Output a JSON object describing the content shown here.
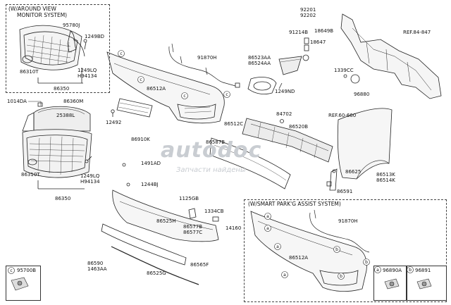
{
  "boxes": {
    "around_view": {
      "line1": "(W/AROUND VIEW",
      "line2": "MONITOR SYSTEM)"
    },
    "smart_park": {
      "title": "(W/SMART PARK'G ASSIST SYSTEM)"
    }
  },
  "watermark": {
    "main": "autodoc",
    "sub": "Запчасти найдены"
  },
  "legend": {
    "c_circle": "c",
    "c_part": "95700B",
    "a_circle": "a",
    "a_part": "96890A",
    "b_circle": "b",
    "b_part": "96891"
  },
  "callouts": {
    "a": "a",
    "b": "b",
    "c": "c"
  },
  "labels": {
    "l95780J": "95780J",
    "l1249BD": "1249BD",
    "l86310T_a": "86310T",
    "l1249LQ_a": "1249LQ",
    "lH94134_a": "H94134",
    "l86350_a": "86350",
    "l1014DA": "1014DA",
    "l86360M": "86360M",
    "l25388L": "25388L",
    "l86310T_b": "86310T",
    "l1249LQ_b": "1249LQ",
    "lH94134_b": "H94134",
    "l86350_b": "86350",
    "l91870H_a": "91870H",
    "l86512A_a": "86512A",
    "l12492": "12492",
    "l86910K": "86910K",
    "l86523AA": "86523AA",
    "l86524AA": "86524AA",
    "l1249ND": "1249ND",
    "l92201": "92201",
    "l92202": "92202",
    "l91214B": "91214B",
    "l18649B": "18649B",
    "l18647": "18647",
    "lREF84": "REF.84-847",
    "l1339CC": "1339CC",
    "l96880": "96880",
    "l84702": "84702",
    "l86512C": "86512C",
    "l86520B": "86520B",
    "l86587B": "86587B",
    "lREF60": "REF.60-660",
    "l1491AD": "1491AD",
    "l1244BJ": "1244BJ",
    "l86625": "86625",
    "l86513K": "86513K",
    "l86514K": "86514K",
    "l86591": "86591",
    "l1125GB": "1125GB",
    "l1334CB": "1334CB",
    "l86525H": "86525H",
    "l86577B": "86577B",
    "l86577C": "86577C",
    "l14160": "14160",
    "l86565F": "86565F",
    "l86590": "86590",
    "l1463AA": "1463AA",
    "l86525G": "86525G",
    "l91870H_b": "91870H",
    "l86512A_b": "86512A"
  }
}
